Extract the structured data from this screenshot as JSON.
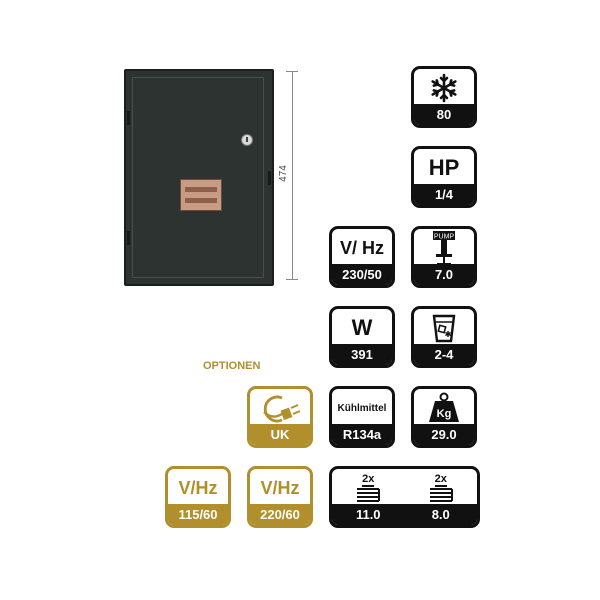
{
  "drawing": {
    "dimension": "474"
  },
  "options_label": "OPTIONEN",
  "tiles": {
    "cooling": {
      "icon": "snowflake-icon",
      "value": "80"
    },
    "hp": {
      "label": "HP",
      "value": "1/4"
    },
    "voltage": {
      "label": "V/ Hz",
      "value": "230/50"
    },
    "pump": {
      "icon": "pump-icon",
      "icon_text": "PUMP",
      "value": "7.0"
    },
    "watt": {
      "label": "W",
      "value": "391"
    },
    "glass": {
      "icon": "glass-ice-icon",
      "value": "2-4"
    },
    "refrigerant": {
      "label": "Kühlmittel",
      "value": "R134a"
    },
    "weight": {
      "icon": "weight-icon",
      "icon_text": "Kg",
      "value": "29.0"
    },
    "uk_plug": {
      "icon": "uk-plug-icon",
      "value": "UK"
    },
    "opt_115": {
      "label": "V/Hz",
      "value": "115/60"
    },
    "opt_220": {
      "label": "V/Hz",
      "value": "220/60"
    },
    "coils": [
      {
        "count": "2x",
        "icon": "coil-icon",
        "value": "11.0"
      },
      {
        "count": "2x",
        "icon": "coil-icon",
        "value": "8.0"
      }
    ]
  },
  "colors": {
    "black": "#111111",
    "gold": "#b08f2c",
    "cabinet": "#2c3330"
  }
}
